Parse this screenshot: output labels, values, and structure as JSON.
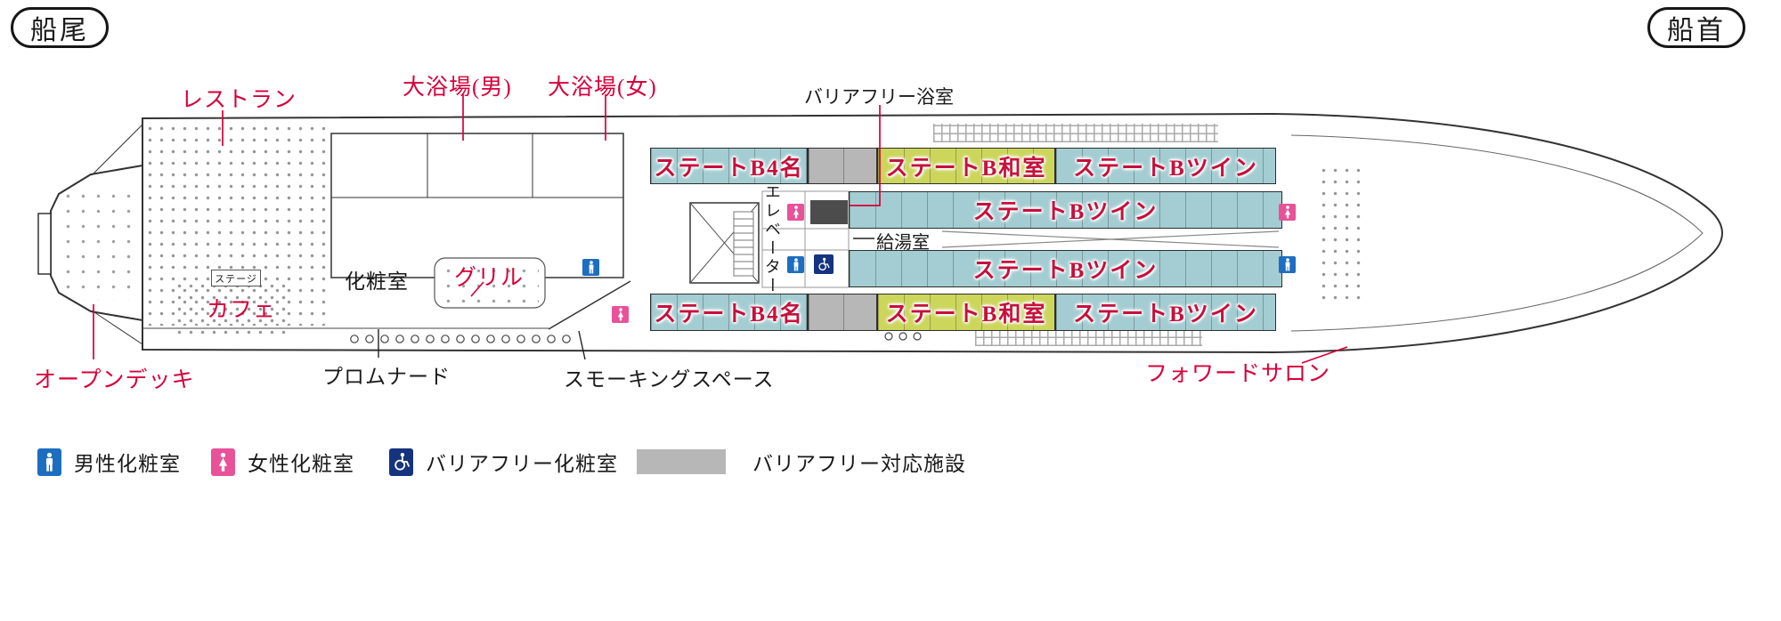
{
  "markers": {
    "stern": "船尾",
    "bow": "船首"
  },
  "annotations": {
    "restaurant": "レストラン",
    "bath_men": "大浴場(男)",
    "bath_women": "大浴場(女)",
    "barrier_free_bath": "バリアフリー浴室",
    "open_deck": "オープンデッキ",
    "promenade": "プロムナード",
    "smoking_space": "スモーキングスペース",
    "forward_salon": "フォワードサロン",
    "powder_room": "化粧室",
    "grill": "グリル",
    "cafe": "カフェ",
    "stage": "ステージ",
    "elevator": "エレベーター",
    "hot_water_room": "給湯室"
  },
  "rooms": {
    "state_b4_top": "ステートB4名",
    "state_b_japanese_top": "ステートB和室",
    "state_b_twin_top": "ステートBツイン",
    "state_b_twin_mid_upper": "ステートBツイン",
    "state_b_twin_mid_lower": "ステートBツイン",
    "state_b4_bottom": "ステートB4名",
    "state_b_japanese_bottom": "ステートB和室",
    "state_b_twin_bottom": "ステートBツイン"
  },
  "legend": {
    "male_restroom": "男性化粧室",
    "female_restroom": "女性化粧室",
    "barrier_free_restroom": "バリアフリー化粧室",
    "barrier_free_facility": "バリアフリー対応施設"
  },
  "colors": {
    "cabin_teal": "#a3cdd2",
    "cabin_yellow": "#ccd65b",
    "facility_gray": "#b7b7b7",
    "annotation_red": "#d7003a",
    "male_blue": "#1d6ec0",
    "female_pink": "#e85298",
    "barrier_navy": "#16337f"
  }
}
